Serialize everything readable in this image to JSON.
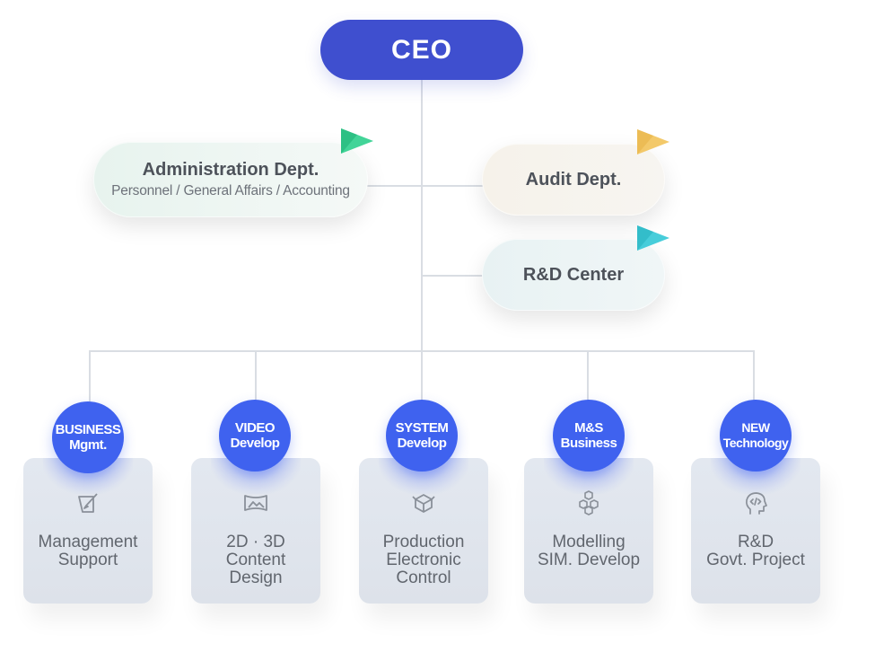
{
  "ceo": {
    "label": "CEO"
  },
  "staff": {
    "admin": {
      "title": "Administration Dept.",
      "subtitle": "Personnel / General Affairs / Accounting",
      "accent": "#2ecf8d"
    },
    "audit": {
      "title": "Audit Dept.",
      "accent": "#f2c35a"
    },
    "rnd": {
      "title": "R&D Center",
      "accent": "#33c8d6"
    }
  },
  "divisions": [
    {
      "badge_line1": "BUSINESS",
      "badge_line2": "Mgmt.",
      "icon": "document-pen-icon",
      "label": [
        "Management",
        "Support"
      ]
    },
    {
      "badge_line1": "VIDEO",
      "badge_line2": "Develop",
      "icon": "image-frame-icon",
      "label": [
        "2D · 3D",
        "Content",
        "Design"
      ]
    },
    {
      "badge_line1": "SYSTEM",
      "badge_line2": "Develop",
      "icon": "cube-circuit-icon",
      "label": [
        "Production",
        "Electronic",
        "Control"
      ]
    },
    {
      "badge_line1": "M&S",
      "badge_line2": "Business",
      "icon": "stacked-cubes-icon",
      "label": [
        "Modelling",
        "SIM. Develop"
      ]
    },
    {
      "badge_line1": "NEW",
      "badge_line2": "Technology",
      "icon": "head-code-icon",
      "label": [
        "R&D",
        "Govt. Project"
      ]
    }
  ],
  "colors": {
    "ceo": "#3f4fcf",
    "badge": "#3f62ef",
    "connector": "#d9dde3"
  }
}
